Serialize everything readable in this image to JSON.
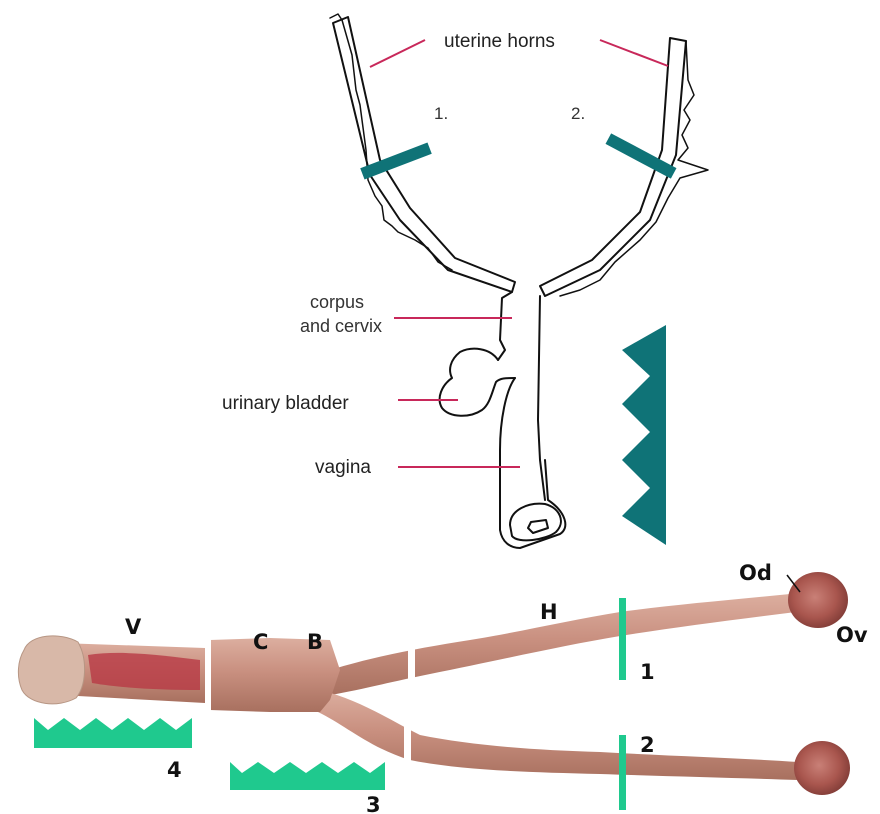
{
  "drawing": {
    "labels": {
      "uterine_horns": "uterine horns",
      "corpus_line1": "corpus",
      "corpus_line2": "and cervix",
      "urinary_bladder": "urinary bladder",
      "vagina": "vagina"
    },
    "markers": {
      "horn_1": "1.",
      "horn_2": "2."
    }
  },
  "photo": {
    "labels": {
      "V": "V",
      "C": "C",
      "B": "B",
      "H": "H",
      "Od": "Od",
      "Ov": "Ov",
      "cut_1": "1",
      "cut_2": "2",
      "zigzag_4": "4",
      "zigzag_3": "3"
    }
  },
  "colors": {
    "label_line": "#c8285a",
    "teal_dark": "#0f7377",
    "teal_light": "#1fc98e",
    "tissue": "#c9907f",
    "tissue_dark": "#a86a5c",
    "ovary": "#b0574f"
  }
}
